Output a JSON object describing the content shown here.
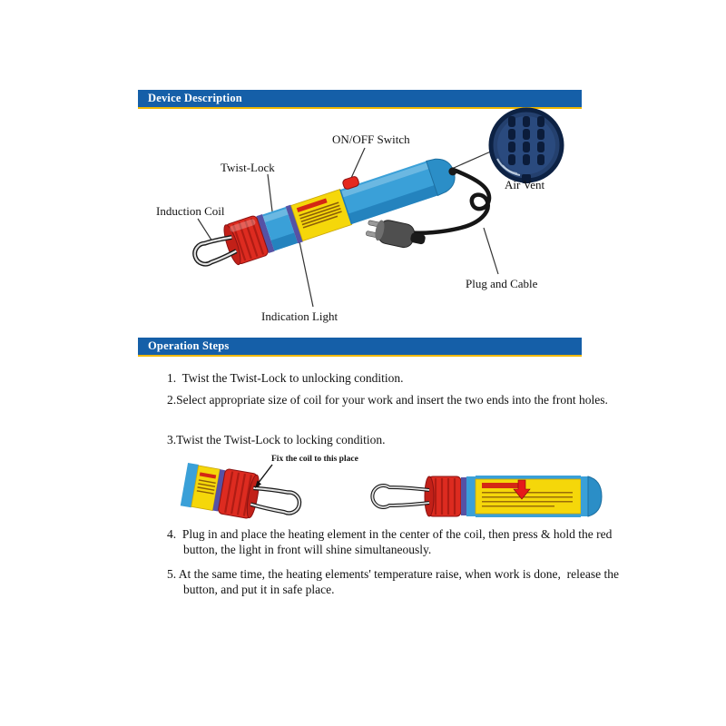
{
  "header1": {
    "title": "Device Description"
  },
  "header2": {
    "title": "Operation Steps"
  },
  "diagram_labels": {
    "on_off_switch": "ON/OFF Switch",
    "twist_lock": "Twist-Lock",
    "induction_coil": "Induction Coil",
    "air_vent": "Air Vent",
    "plug_and_cable": "Plug and Cable",
    "indication_light": "Indication Light"
  },
  "steps": [
    "1.  Twist the Twist-Lock to unlocking condition.",
    "2.Select appropriate size of coil for your work and insert the two ends into the front holes.",
    "3.Twist the Twist-Lock to locking condition.",
    "4.  Plug in and place the heating element in the center of the coil, then press & hold the red button, the light in front will shine simultaneously.",
    "5. At the same time, the heating elements' temperature raise, when work is done,  release the button, and put it in safe place."
  ],
  "figure_annotation": "Fix the coil to this place",
  "colors": {
    "header_bg": "#155fa8",
    "header_underline": "#efb700",
    "device_blue": "#3aa0d8",
    "device_blue_dark": "#1d7ab5",
    "label_yellow": "#f5d70a",
    "collar_red": "#dd2b20",
    "trim_purple": "#5552a5",
    "vent_navy": "#24406e",
    "cable_black": "#161616"
  }
}
